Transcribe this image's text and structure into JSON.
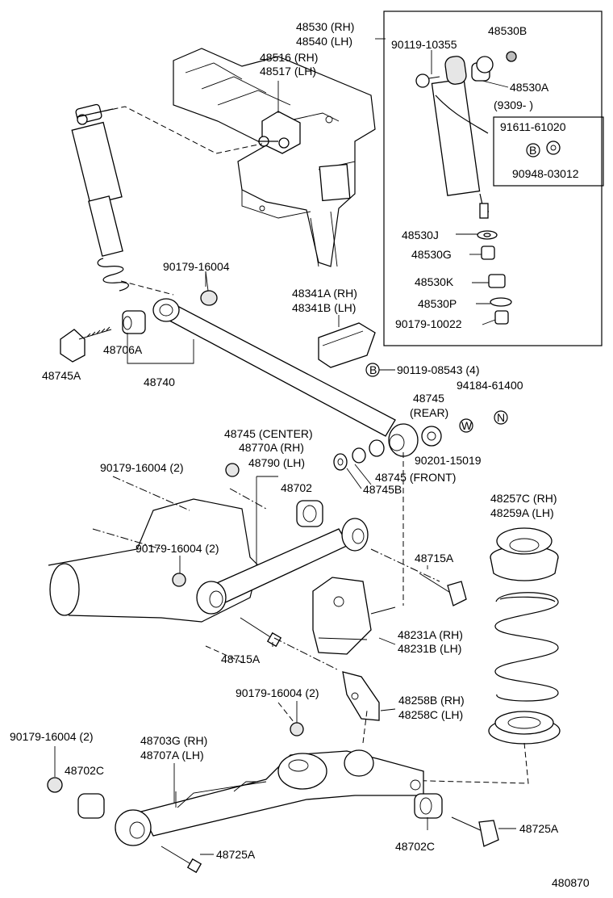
{
  "figure_number": "480870",
  "inset": {
    "date_range": "(9309-      )",
    "sub_box_part": "91611-61020",
    "sub_box_symbol": "B",
    "sub_box_nut": "90948-03012"
  },
  "labels": {
    "l48530rh": "48530 (RH)",
    "l48540lh": "48540 (LH)",
    "l48516": "48516 (RH)",
    "l48517": "48517 (LH)",
    "l90119_10355": "90119-10355",
    "l48530B": "48530B",
    "l48530A": "48530A",
    "l48530J": "48530J",
    "l48530G": "48530G",
    "l48530K": "48530K",
    "l48530P": "48530P",
    "l90179_10022": "90179-10022",
    "l90179_16004_a": "90179-16004",
    "l48341A": "48341A (RH)",
    "l48341B": "48341B (LH)",
    "l48706A": "48706A",
    "l48745A": "48745A",
    "l48740": "48740",
    "l90119_08543": "90119-08543 (4)",
    "sym_B": "B",
    "l94184": "94184-61400",
    "sym_N": "N",
    "l48745rear_a": "48745",
    "l48745rear_b": "(REAR)",
    "sym_W": "W",
    "l90201": "90201-15019",
    "l48745center": "48745 (CENTER)",
    "l48770A": "48770A (RH)",
    "l48790": "48790 (LH)",
    "l48702": "48702",
    "l48745front": "48745 (FRONT)",
    "l48745B": "48745B",
    "l90179_16004_2a": "90179-16004 (2)",
    "l90179_16004_2b": "90179-16004 (2)",
    "l48257C": "48257C (RH)",
    "l48259A": "48259A (LH)",
    "l48715A_r": "48715A",
    "l48231A": "48231A (RH)",
    "l48231B": "48231B (LH)",
    "l48715A_l": "48715A",
    "l90179_16004_2c": "90179-16004 (2)",
    "l48258B": "48258B (RH)",
    "l48258C": "48258C (LH)",
    "l90179_16004_2d": "90179-16004 (2)",
    "l48703G": "48703G (RH)",
    "l48707A": "48707A (LH)",
    "l48702C_l": "48702C",
    "l48725A_r": "48725A",
    "l48725A_b": "48725A",
    "l48702C_b": "48702C"
  }
}
